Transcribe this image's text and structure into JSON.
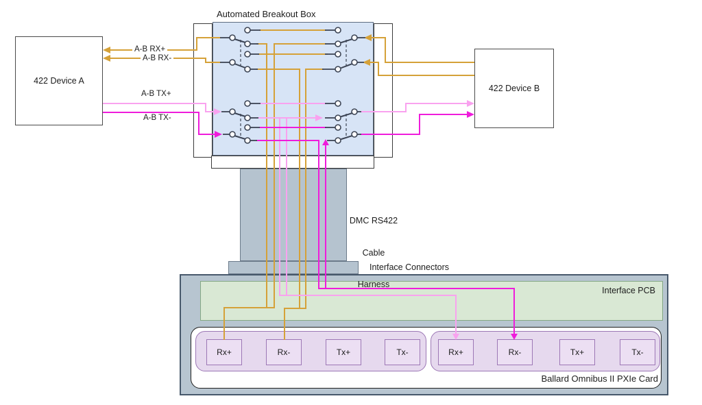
{
  "title": "Automated Breakout Box",
  "colors": {
    "rx_wire": "#D5A138",
    "tx_plus_wire": "#F9A2EF",
    "tx_minus_wire": "#EF1CDB",
    "breakout_fill": "#D7E4F6",
    "harness_fill": "#B5C3CF",
    "card_fill": "#B7C5D0",
    "pcb_fill": "#D9E8D4",
    "channel_fill": "#E6D9EE",
    "pin_fill": "#ECDFF3"
  },
  "devices": {
    "a": {
      "label": "422 Device A"
    },
    "b": {
      "label": "422 Device B"
    }
  },
  "signals": {
    "rx_plus": "A-B RX+",
    "rx_minus": "A-B RX-",
    "tx_plus": "A-B TX+",
    "tx_minus": "A-B TX-"
  },
  "harness": {
    "label_line1": "DMC RS422",
    "label_line2": "Cable",
    "label_line3": "Harness"
  },
  "card": {
    "connectors_label": "Interface Connectors",
    "pcb_label": "Interface PCB",
    "label": "Ballard Omnibus II PXIe Card",
    "channel1": {
      "pins": [
        "Rx+",
        "Rx-",
        "Tx+",
        "Tx-"
      ]
    },
    "channel2": {
      "pins": [
        "Rx+",
        "Rx-",
        "Tx+",
        "Tx-"
      ]
    }
  }
}
